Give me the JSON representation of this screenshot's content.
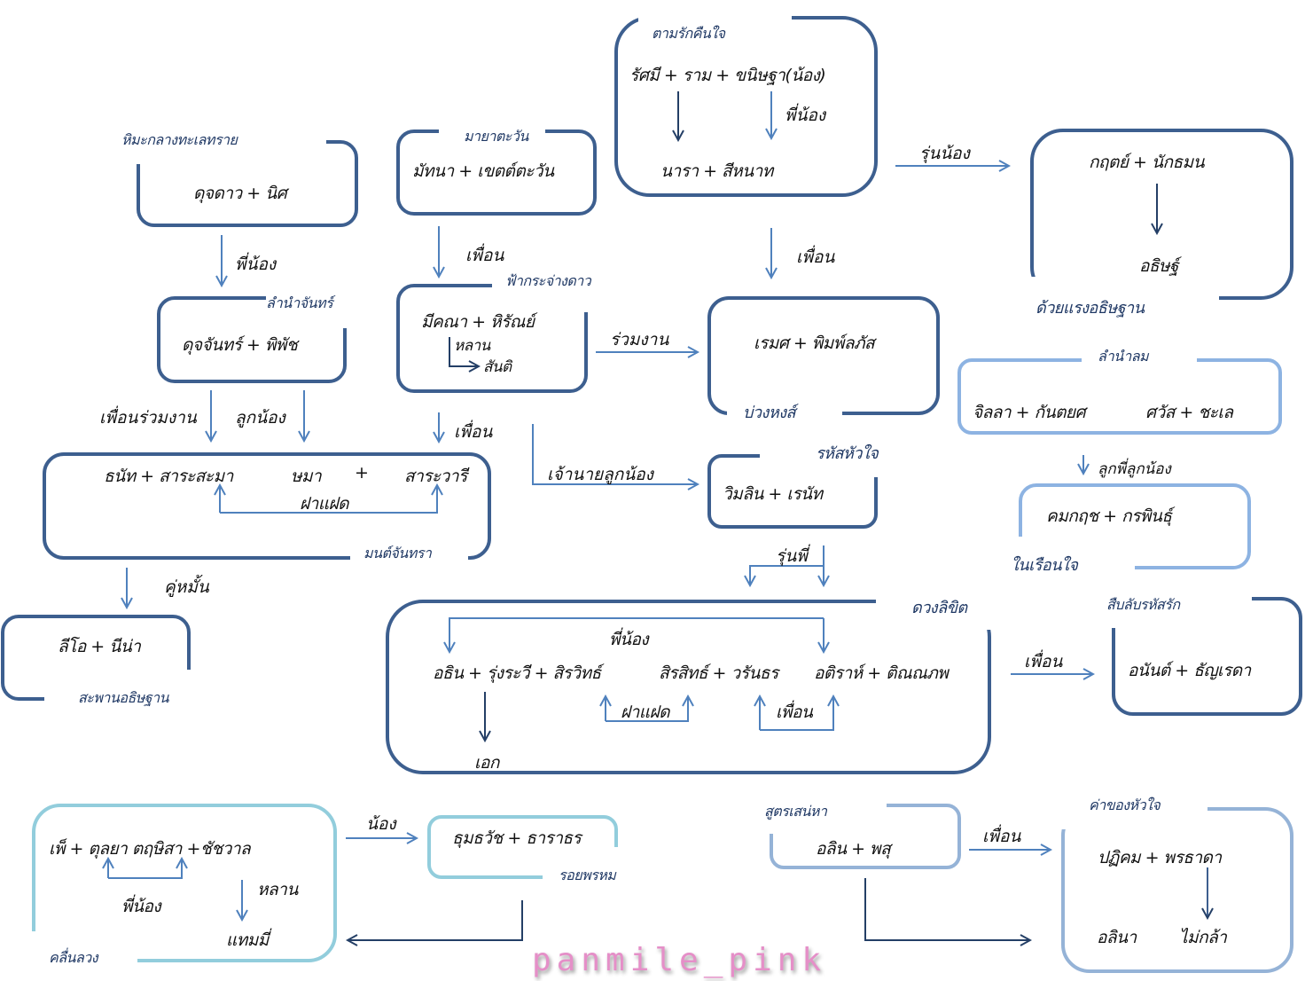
{
  "boxes": {
    "tamrak": {
      "title": "ตามรักคืนใจ",
      "couple": "รัศมี + ราม + ขนิษฐา(น้อง)",
      "rel": "พี่น้อง",
      "children": "นารา  +  สีหนาท"
    },
    "hima": {
      "title": "หิมะกลางทะเลทราย",
      "couple": "ดุจดาว + นิศ"
    },
    "lamnam_jan": {
      "title": "ลำนำจันทร์",
      "couple": "ดุจจันทร์ +  พิพัช"
    },
    "maya": {
      "title": "มายาตะวัน",
      "couple": "มัทนา + เขตต์ตะวัน"
    },
    "fah": {
      "title": "ฟ้ากระจ่างดาว",
      "couple": "มีคณา + หิรัณย์",
      "rel": "หลาน",
      "child": "สันติ"
    },
    "buang": {
      "title": "บ่วงหงส์",
      "couple": "เรมศ + พิมพ์ลภัส"
    },
    "duay": {
      "title": "ด้วยแรงอธิษฐาน",
      "couple": "กฤตย์  + นักธมน",
      "child": "อธิษฐ์"
    },
    "lamnam_lom": {
      "title": "ลำนำลม",
      "couple1": "จิลลา + กันตยศ",
      "couple2": "ศวัส + ชะเล"
    },
    "nai_ruen": {
      "title": "ในเรือนใจ",
      "couple": "คมกฤช + กรพินธุ์"
    },
    "mon": {
      "title": "มนต์จันทรา",
      "couple1": "ธนัท + สาระสะมา",
      "name1": "ษมา",
      "plus": "+",
      "name2": "สาระวารี",
      "rel": "ฝาแฝด"
    },
    "saphan": {
      "title": "สะพานอธิษฐาน",
      "couple": "ลีโอ + นีน่า"
    },
    "rahat": {
      "title": "รหัสหัวใจ",
      "couple": "วิมลิน + เรนัท"
    },
    "duang": {
      "title": "ดวงลิขิต",
      "rel_top": "พี่น้อง",
      "group1": "อธิน + รุ่งระวี + สิรวิทธ์",
      "group2": "สิรสิทธ์ + วรันธร",
      "group3": "อติราห์  + ติณณภพ",
      "rel_twins": "ฝาแฝด",
      "rel_friend": "เพื่อน",
      "child": "เอก"
    },
    "suep": {
      "title": "สืบลับรหัสรัก",
      "couple": "อนันต์ + ธัญเรดา"
    },
    "khluen": {
      "title": "คลื่นลวง",
      "couple": "เพ็ + ตุลยา ตฤษิสา +ชัชวาล",
      "rel": "พี่น้อง",
      "rel2": "หลาน",
      "child": "แทมมี่"
    },
    "roi": {
      "title": "รอยพรหม",
      "couple": "ธุมธวัช + ธาราธร"
    },
    "sut": {
      "title": "สูตรเสน่หา",
      "couple": "อลิน + พสุ"
    },
    "kha": {
      "title": "ค่าของหัวใจ",
      "couple": "ปฏิคม + พรธาดา",
      "child1": "อลินา",
      "child2": "ไม่กล้า"
    }
  },
  "links": {
    "hima_lamnam": "พี่น้อง",
    "lamnam_mon_left": "เพื่อนร่วมงาน",
    "lamnam_mon_right": "ลูกน้อง",
    "maya_fah": "เพื่อน",
    "fah_buang": "ร่วมงาน",
    "fah_mon": "เพื่อน",
    "fah_rahat": "เจ้านายลูกน้อง",
    "tamrak_buang": "เพื่อน",
    "tamrak_duay": "รุ่นน้อง",
    "lom_ruen": "ลูกพี่ลูกน้อง",
    "mon_saphan": "คู่หมั้น",
    "rahat_duang": "รุ่นพี่",
    "duang_suep": "เพื่อน",
    "khluen_roi": "น้อง",
    "sut_kha": "เพื่อน"
  },
  "colors": {
    "dark": "#3d5f8f",
    "arrow": "#4f81bd",
    "light": "#8db3e2",
    "teal": "#92cddc",
    "navy": "#1f3864"
  },
  "watermark": "panmile_pink"
}
